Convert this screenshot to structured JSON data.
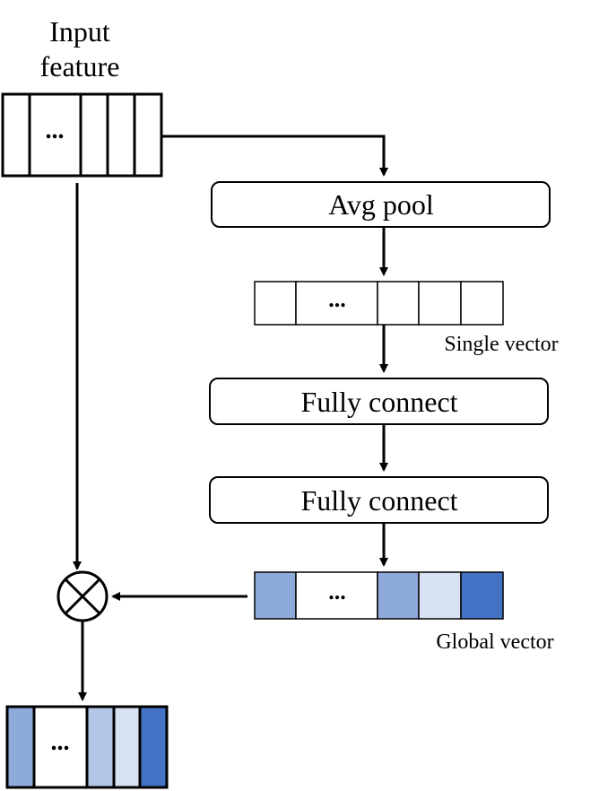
{
  "input": {
    "title_line1": "Input",
    "title_line2": "feature",
    "ellipsis": "..."
  },
  "blocks": {
    "avg_pool": "Avg pool",
    "fc1": "Fully connect",
    "fc2": "Fully connect"
  },
  "single_vector": {
    "label": "Single vector",
    "ellipsis": "..."
  },
  "global_vector": {
    "label": "Global vector",
    "ellipsis": "..."
  },
  "output": {
    "ellipsis": "..."
  },
  "colors": {
    "light_blue": "#8eaadb",
    "pale_blue": "#d9e2f3",
    "dark_blue": "#4472c4",
    "white": "#ffffff",
    "stroke": "#000000"
  },
  "icons": {
    "operator": "multiply-circle-icon"
  }
}
